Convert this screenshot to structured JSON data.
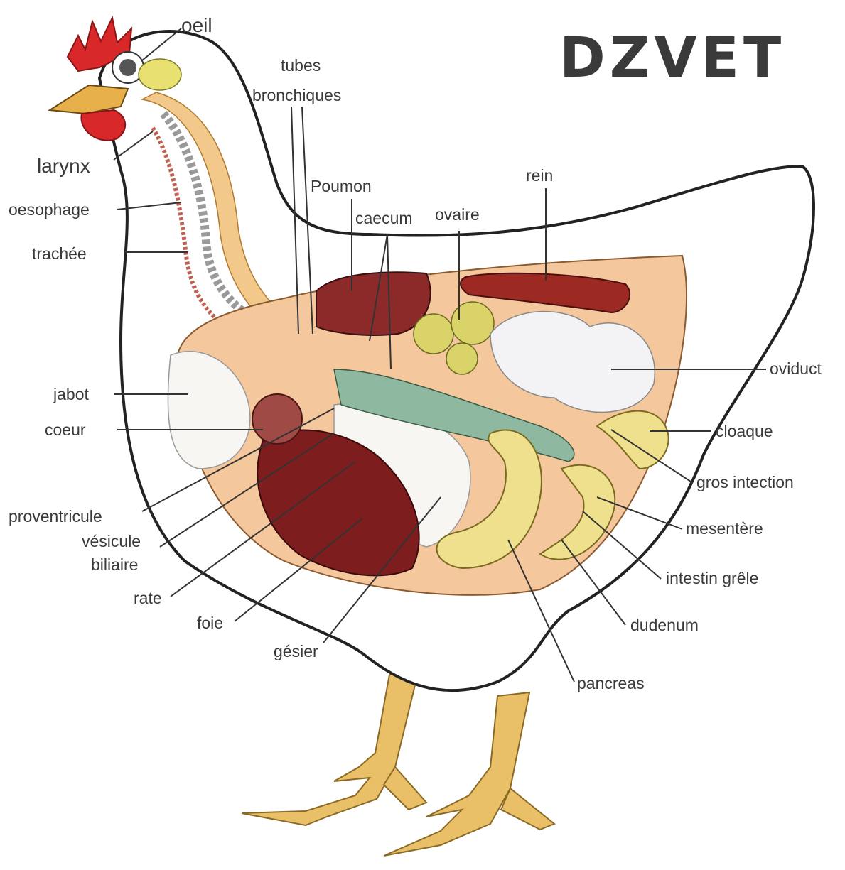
{
  "logo": {
    "text": "DZVET",
    "color": "#2a9be0"
  },
  "labels": {
    "oeil": "oeil",
    "tubes": "tubes",
    "bronchiques": "bronchiques",
    "larynx": "larynx",
    "poumon": "Poumon",
    "rein": "rein",
    "oesophage": "oesophage",
    "caecum": "caecum",
    "ovaire": "ovaire",
    "trachee": "trachée",
    "jabot": "jabot",
    "oviduct": "oviduct",
    "coeur": "coeur",
    "cloaque": "cloaque",
    "gros_intection": "gros intection",
    "proventricule": "proventricule",
    "vesicule": "vésicule",
    "biliaire": "biliaire",
    "mesentere": "mesentère",
    "intestin_grele": "intestin grêle",
    "rate": "rate",
    "foie": "foie",
    "dudenum": "dudenum",
    "gesier": "gésier",
    "pancreas": "pancreas"
  },
  "colors": {
    "comb": "#d8282a",
    "beak": "#e8b04a",
    "neck_flesh": "#f2c98a",
    "lung": "#8c2a2a",
    "kidney": "#9c2a22",
    "liver": "#7e1d1d",
    "heart": "#a04a46",
    "crop": "#f8f6f2",
    "intestine": "#efe08e",
    "caecum": "#8fb8a0",
    "ovary": "#d9d36a",
    "legs": "#e9c067"
  }
}
